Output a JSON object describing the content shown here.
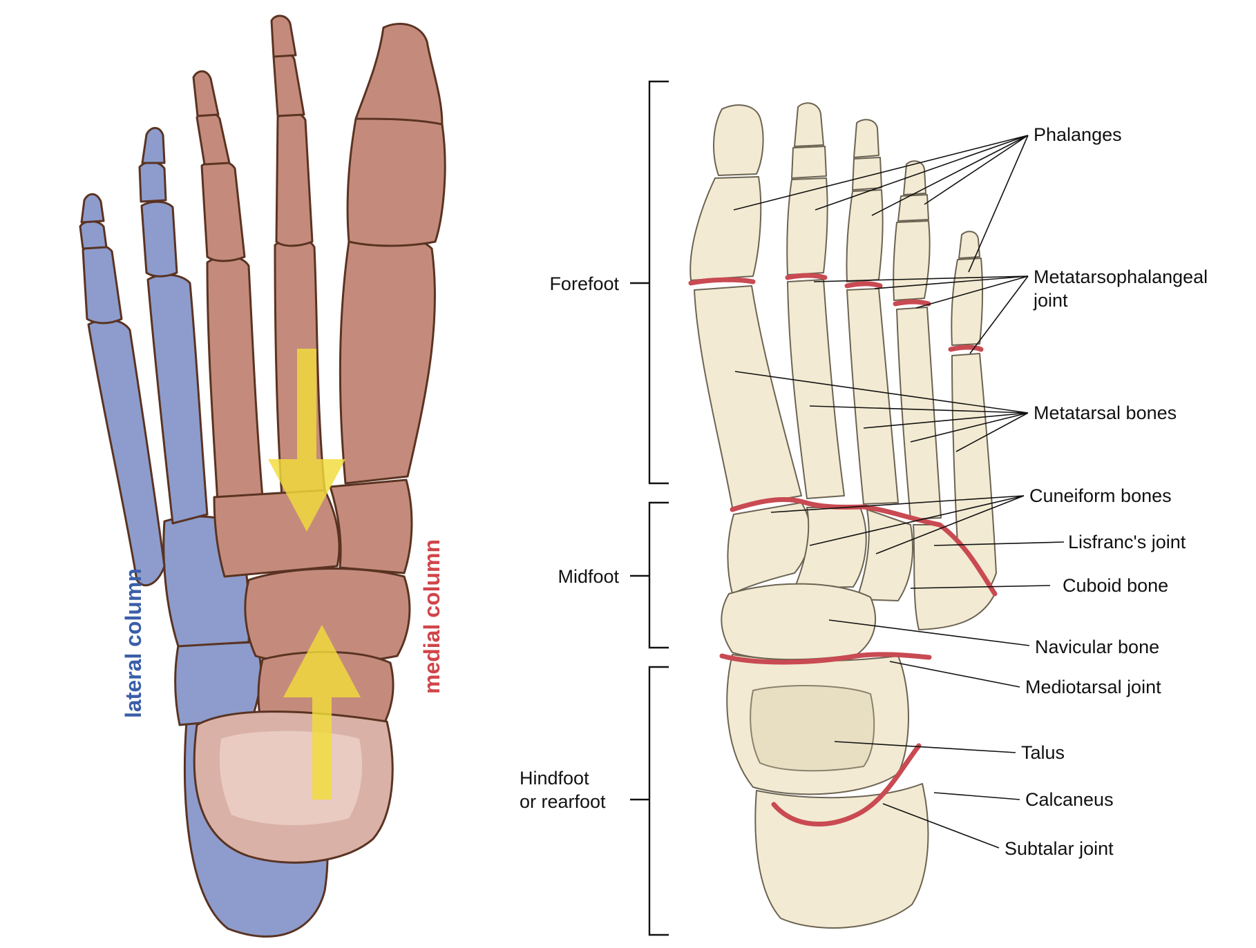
{
  "colors": {
    "lateral": "#3a5ea8",
    "medial": "#d0454a",
    "lateral_bone": "#8d9ccc",
    "medial_bone": "#c48b7d",
    "arrow": "#f2dc3a",
    "bone_cream": "#f2ead2",
    "joint_red": "#c94a52",
    "outline": "#5a3322"
  },
  "left_figure": {
    "lateral_label": "lateral column",
    "medial_label": "medial column",
    "arrows": [
      "arrow-down",
      "arrow-up"
    ]
  },
  "right_figure": {
    "regions": {
      "forefoot": "Forefoot",
      "midfoot": "Midfoot",
      "hindfoot_line1": "Hindfoot",
      "hindfoot_line2": "or rearfoot"
    },
    "labels": {
      "phalanges": "Phalanges",
      "mtp_line1": "Metatarsophalangeal",
      "mtp_line2": "joint",
      "metatarsal": "Metatarsal bones",
      "cuneiform": "Cuneiform bones",
      "lisfranc": "Lisfranc's joint",
      "cuboid": "Cuboid bone",
      "navicular": "Navicular bone",
      "mediotarsal": "Mediotarsal joint",
      "talus": "Talus",
      "calcaneus": "Calcaneus",
      "subtalar": "Subtalar joint"
    }
  }
}
